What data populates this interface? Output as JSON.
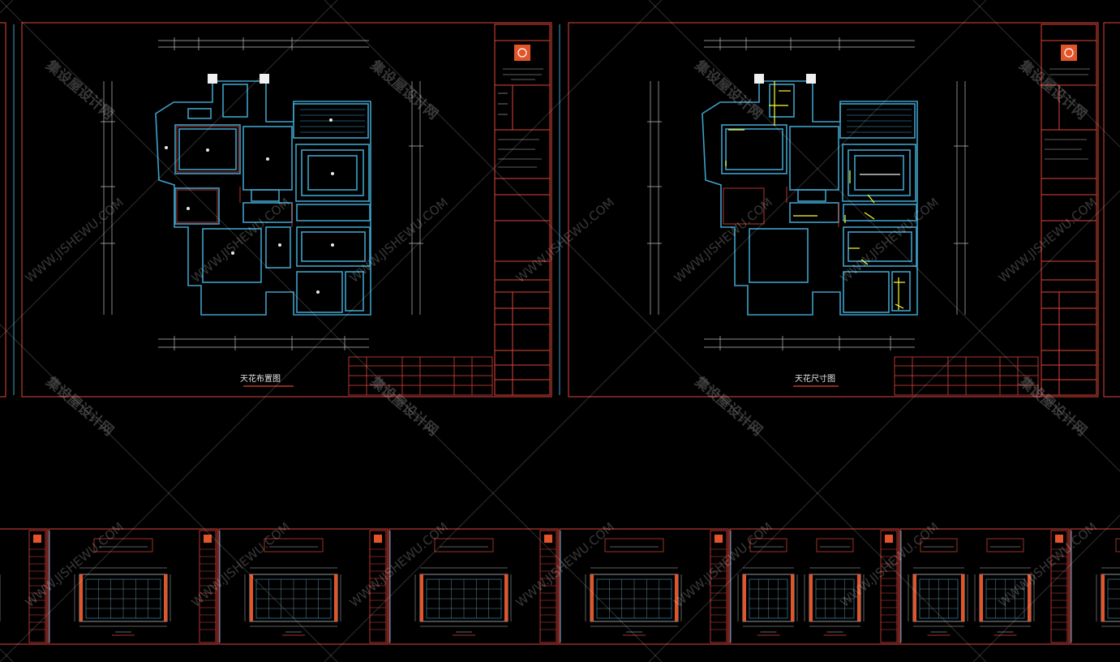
{
  "sheets": {
    "left": {
      "drawing_title": "天花布置图"
    },
    "right": {
      "drawing_title": "天花尺寸图"
    }
  },
  "watermark": {
    "cn_text": "集设屋设计网",
    "en_text": "WWW.JISHEWU.COM"
  },
  "colors": {
    "background": "#000000",
    "frame": "#e0433a",
    "wall": "#3fa0c8",
    "dim": "#bcbcbc",
    "highlight": "#ffff33",
    "accent": "#e2552a",
    "panel": "#f0f0f0"
  },
  "icons": [
    "logo-icon",
    "light-fixture-icon",
    "tag-marker-icon"
  ]
}
